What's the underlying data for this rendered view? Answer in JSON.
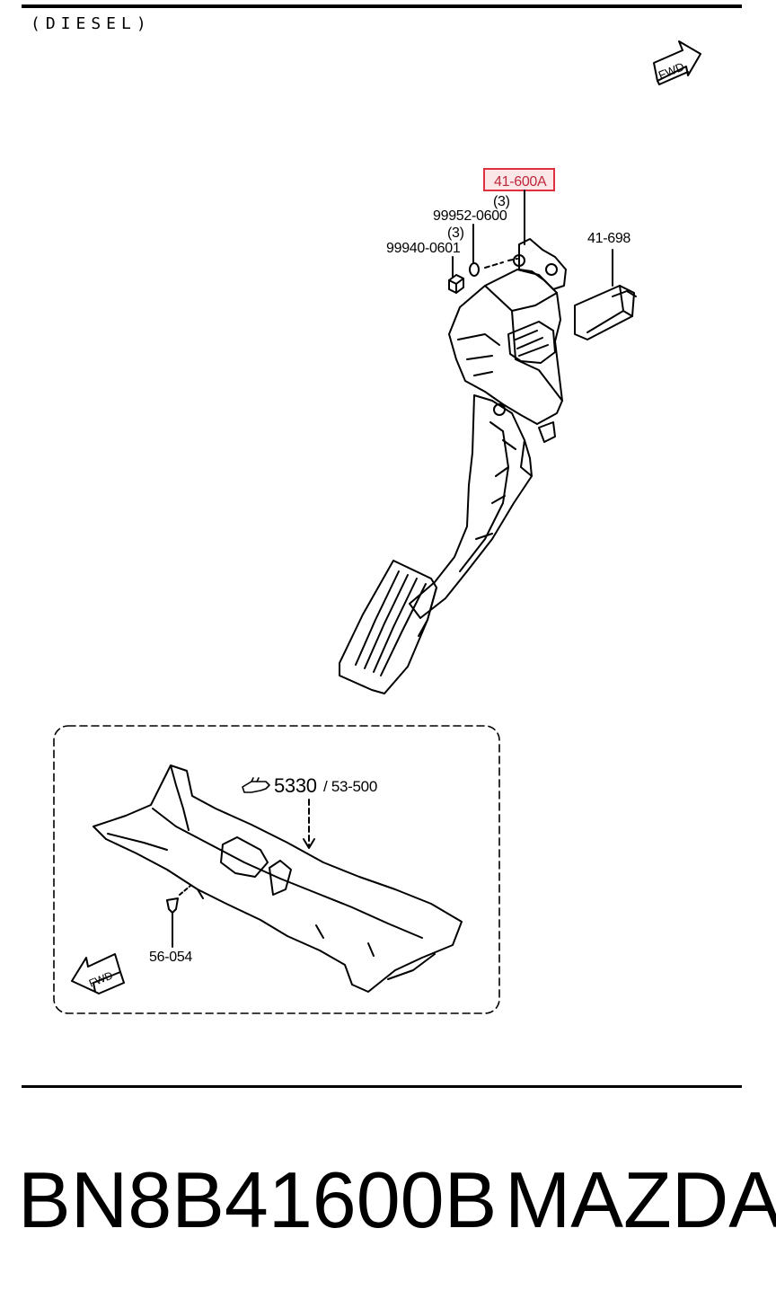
{
  "header": {
    "variant_label": "(DIESEL)"
  },
  "direction_indicators": {
    "top_fwd": "FWD",
    "inset_fwd": "FWD"
  },
  "callouts": {
    "selected_part": "41-600A",
    "selected_qty": "(3)",
    "washer_part": "99952-0600",
    "washer_qty": "(3)",
    "nut_part": "99940-0601",
    "connector_part": "41-698",
    "inset_ref_main": "5330",
    "inset_ref_sub": "/ 53-500",
    "inset_clip_part": "56-054"
  },
  "footer": {
    "part_number": "BN8B41600B",
    "brand": "MAZDA"
  },
  "colors": {
    "highlight_border": "#e03040",
    "highlight_fill": "#fbe6e8",
    "ink": "#000000"
  },
  "icons": [
    "fwd-arrow-icon",
    "pointing-hand-icon"
  ]
}
